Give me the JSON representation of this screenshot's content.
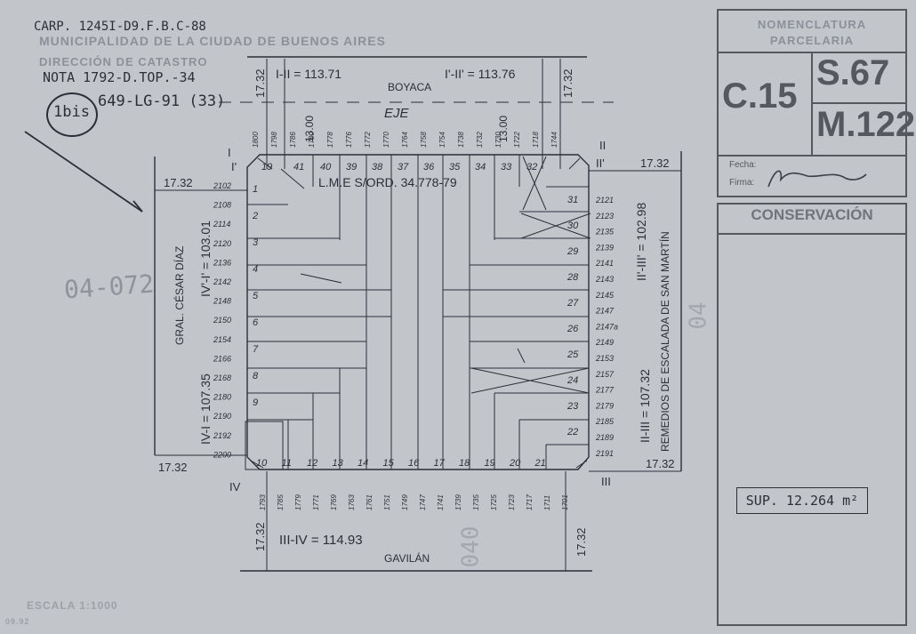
{
  "header": {
    "line1": "CARP. 1245I-D9.F.B.C-88",
    "line2": "MUNICIPALIDAD DE LA CIUDAD DE BUENOS AIRES",
    "line3": "DIRECCIÓN DE CATASTRO",
    "nota": "NOTA 1792-D.TOP.-34",
    "bis": "1bis",
    "ref": "649-LG-91 (33)"
  },
  "annotations": {
    "side_left": "04-072",
    "faint_center": "040",
    "faint_right": "04",
    "scale": "ESCALA 1:1000",
    "scale_code": "09.92"
  },
  "panel": {
    "nomenclatura": "NOMENCLATURA",
    "parcelaria": "PARCELARIA",
    "circ": "C.15",
    "seccion": "S.67",
    "manzana": "M.122",
    "fecha_label": "Fecha:",
    "firma_label": "Firma:",
    "conservacion": "CONSERVACIÓN",
    "superficie": "SUP. 12.264 m²"
  },
  "plan": {
    "streets": {
      "top": "BOYACA",
      "bottom": "GAVILÁN",
      "left": "GRAL. CÉSAR DÍAZ",
      "right": "REMEDIOS DE ESCALADA DE SAN MARTÍN",
      "eje": "EJE",
      "lme": "L.M.E S/ORD. 34.778-79"
    },
    "dimensions": {
      "top_left": "I-II = 113.71",
      "top_right": "I'-II' = 113.76",
      "bottom": "III-IV = 114.93",
      "left_outer": "IV-I = 107.35",
      "left_inner": "IV'-I' = 103.01",
      "right_outer": "II-III = 107.32",
      "right_inner": "II'-III' = 102.98",
      "ochava": "17.32",
      "setback": "13.00"
    },
    "corners": {
      "c1": "I",
      "c1p": "I'",
      "c2": "II",
      "c2p": "II'",
      "c3": "III",
      "c4": "IV"
    },
    "top_numbers": [
      "1800",
      "1798",
      "1786",
      "1780",
      "1778",
      "1776",
      "1772",
      "1770",
      "1764",
      "1758",
      "1754",
      "1738",
      "1732",
      "1730",
      "1722",
      "1718",
      "1744"
    ],
    "bottom_numbers": [
      "1793",
      "1785",
      "1779",
      "1771",
      "1769",
      "1763",
      "1761",
      "1751",
      "1749",
      "1747",
      "1741",
      "1739",
      "1735",
      "1725",
      "1723",
      "1717",
      "1711",
      "1701"
    ],
    "left_numbers": [
      "2102",
      "2108",
      "2114",
      "2120",
      "2136",
      "2142",
      "2148",
      "2150",
      "2154",
      "2166",
      "2168",
      "2180",
      "2190",
      "2192",
      "2200"
    ],
    "right_numbers": [
      "2121",
      "2123",
      "2135",
      "2139",
      "2141",
      "2143",
      "2145",
      "2147",
      "2147a",
      "2149",
      "2153",
      "2157",
      "2177",
      "2179",
      "2185",
      "2189",
      "2191"
    ],
    "parcels_top": [
      "40",
      "39",
      "38",
      "37",
      "36",
      "35",
      "34",
      "33",
      "32"
    ],
    "parcels_left": [
      "1",
      "2",
      "3",
      "4",
      "5",
      "6",
      "7",
      "8",
      "9"
    ],
    "parcels_right": [
      "31",
      "30",
      "29",
      "28",
      "27",
      "26",
      "25",
      "24",
      "23",
      "22"
    ],
    "parcels_bottom": [
      "10",
      "11",
      "12",
      "13",
      "14",
      "15",
      "16",
      "17",
      "18",
      "19",
      "20",
      "21"
    ],
    "corner_parcels": [
      "19",
      "41"
    ]
  },
  "colors": {
    "paper": "#c2c6cb",
    "ink": "#2b2f38",
    "faint": "#8c9199"
  }
}
